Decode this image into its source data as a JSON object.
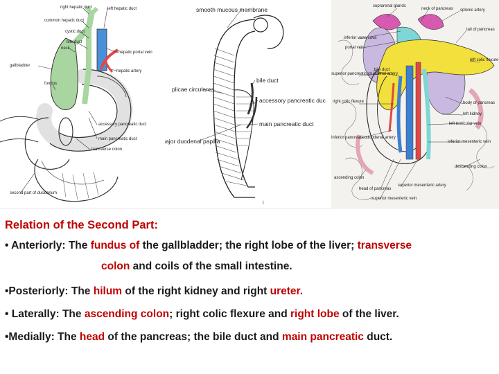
{
  "figure_left": {
    "labels": {
      "right_hepatic_duct": "right hepatic duct",
      "left_hepatic_duct": "left hepatic duct",
      "common_hepatic_duct": "common hepatic duct",
      "cystic_duct": "cystic duct",
      "bile_duct": "bile duct",
      "hepatic_portal_vein": "hepatic portal vein",
      "neck": "neck",
      "gallbladder": "gallbladder",
      "hepatic_artery": "hepatic artery",
      "fundus": "fundus",
      "accessory_pancreatic_duct": "accessory pancreatic duct",
      "main_pancreatic_duct": "main pancreatic duct",
      "transverse_colon": "transverse colon",
      "second_part_of_duodenum": "second part of duodenum"
    }
  },
  "figure_middle": {
    "labels": {
      "smooth_mucous_membrane": "smooth mucous membrane",
      "bile_duct": "bile duct",
      "plicae_circulares": "plicae circulares",
      "accessory_pancreatic_duct": "accessory pancreatic duct",
      "major_duodenal_papilla": "major duodenal papilla",
      "main_pancreatic_duct": "main pancreatic duct"
    }
  },
  "figure_right": {
    "labels": {
      "suprarenal_glands": "suprarenal glands",
      "neck_of_pancreas": "neck of pancreas",
      "splenic_artery": "splenic artery",
      "tail_of_pancreas": "tail of pancreas",
      "inferior_vena_cava": "inferior vena cava",
      "portal_vein": "portal vein",
      "left_colic_flexure": "left colic flexure",
      "superior_pancreaticoduodenal_artery": "superior pancreaticoduodenal artery",
      "bile_duct": "bile duct",
      "right_colic_flexure": "right colic flexure",
      "body_of_pancreas": "body of pancreas",
      "left_kidney": "left kidney",
      "left_testicular_vein": "left testicular vein",
      "inferior_pancreaticoduodenal_artery": "inferior pancreaticoduodenal artery",
      "inferior_mesenteric_vein": "inferior mesenteric vein",
      "descending_colon": "descending colon",
      "ascending_colon": "ascending colon",
      "head_of_pancreas": "head of pancreas",
      "superior_mesenteric_artery": "superior mesenteric artery",
      "superior_mesenteric_vein": "superior mesenteric vein"
    }
  },
  "text": {
    "heading": "Relation of the Second Part:",
    "anterior": {
      "p1": "• Anteriorly: The ",
      "h1": "fundus of",
      "p2": " the gallbladder; the right lobe of the liver; ",
      "h2": "transverse",
      "h3": "colon",
      "p3": " and coils of the small intestine."
    },
    "posterior": {
      "p1": "•Posteriorly: The ",
      "h1": "hilum",
      "p2": " of the right kidney and right ",
      "h2": "ureter."
    },
    "lateral": {
      "p1": "• Laterally: The ",
      "h1": "ascending colon",
      "p2": "; right colic flexure and ",
      "h2": "right lobe",
      "p3": " of the liver."
    },
    "medial": {
      "p1": "•Medially: The ",
      "h1": "head",
      "p2": " of the pancreas; the bile duct and ",
      "h2": "main pancreatic",
      "p3": " duct."
    }
  },
  "colors": {
    "highlight": "#c00000",
    "gallbladder_green": "#a8d5a0",
    "portal_vein_blue": "#4a90d9",
    "artery_red": "#e04848",
    "pancreas_yellow": "#f2e03c",
    "vein_blue": "#3d7fd0",
    "kidney_lavender": "#c9b8e0",
    "cyan_region": "#7fd6d6",
    "colon_pink": "#e3a6b8",
    "gland_magenta": "#d55ab0"
  }
}
